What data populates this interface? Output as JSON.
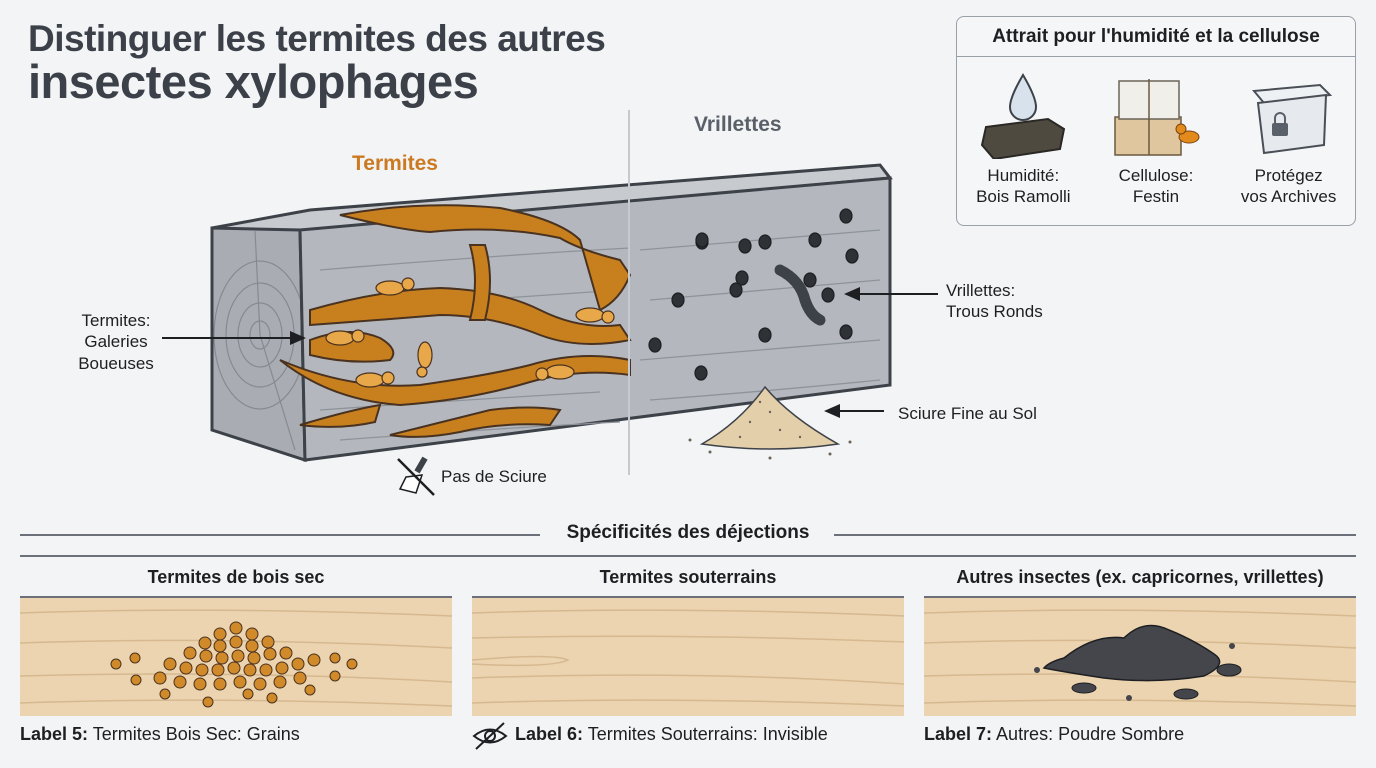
{
  "title": {
    "line1": "Distinguer les termites des autres",
    "line2": "insectes xylophages"
  },
  "comparison": {
    "termites": {
      "heading": "Termites",
      "heading_color": "#cc7a22",
      "callout_left": [
        "Termites:",
        "Galeries",
        "Boueuses"
      ],
      "no_sawdust": "Pas de Sciure",
      "no_sawdust_icon": "no-broom-icon"
    },
    "vrillettes": {
      "heading": "Vrillettes",
      "heading_color": "#5a6069",
      "callout_holes": [
        "Vrillettes:",
        "Trous Ronds"
      ],
      "callout_sawdust": "Sciure Fine au Sol"
    }
  },
  "info_box": {
    "title": "Attrait pour l'humidité et la cellulose",
    "items": [
      {
        "icon": "wet-wood-drop-icon",
        "line1": "Humidité:",
        "line2": "Bois Ramolli"
      },
      {
        "icon": "paper-box-termite-icon",
        "line1": "Cellulose:",
        "line2": "Festin"
      },
      {
        "icon": "locked-container-icon",
        "line1": "Protégez",
        "line2": "vos Archives"
      }
    ]
  },
  "droppings": {
    "section_title": "Spécificités des déjections",
    "panels": [
      {
        "title": "Termites de bois sec",
        "label_prefix": "Label 5:",
        "label_text": "Termites Bois Sec: Grains",
        "icon": ""
      },
      {
        "title": "Termites souterrains",
        "label_prefix": "Label 6:",
        "label_text": "Termites Souterrains: Invisible",
        "icon": "eye-slash-icon"
      },
      {
        "title": "Autres insectes (ex. capricornes, vrillettes)",
        "label_prefix": "Label 7:",
        "label_text": "Autres: Poudre Sombre",
        "icon": ""
      }
    ]
  },
  "colors": {
    "background": "#f2f4f6",
    "wood_gray": "#a9adb3",
    "termite_gallery": "#c8801f",
    "light_wood": "#ecd4b0",
    "dark_powder": "#3d3f44"
  }
}
